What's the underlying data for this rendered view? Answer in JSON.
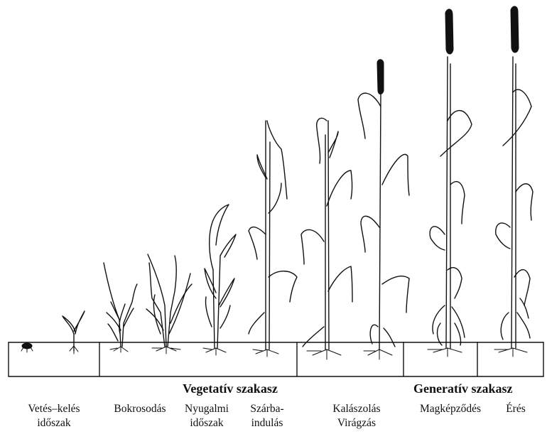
{
  "headers": {
    "vegetative": "Vegetatív szakasz",
    "generative": "Generatív szakasz"
  },
  "stages": {
    "sowing": {
      "line1": "Vetés–kelés",
      "line2": "időszak"
    },
    "tillering": {
      "line1": "Bokrosodás"
    },
    "dormancy": {
      "line1": "Nyugalmi",
      "line2": "időszak"
    },
    "stem": {
      "line1": "Szárba-",
      "line2": "indulás"
    },
    "heading": {
      "line1": "Kalászolás",
      "line2": "Virágzás"
    },
    "seed": {
      "line1": "Magképződés"
    },
    "ripening": {
      "line1": "Érés"
    }
  }
}
